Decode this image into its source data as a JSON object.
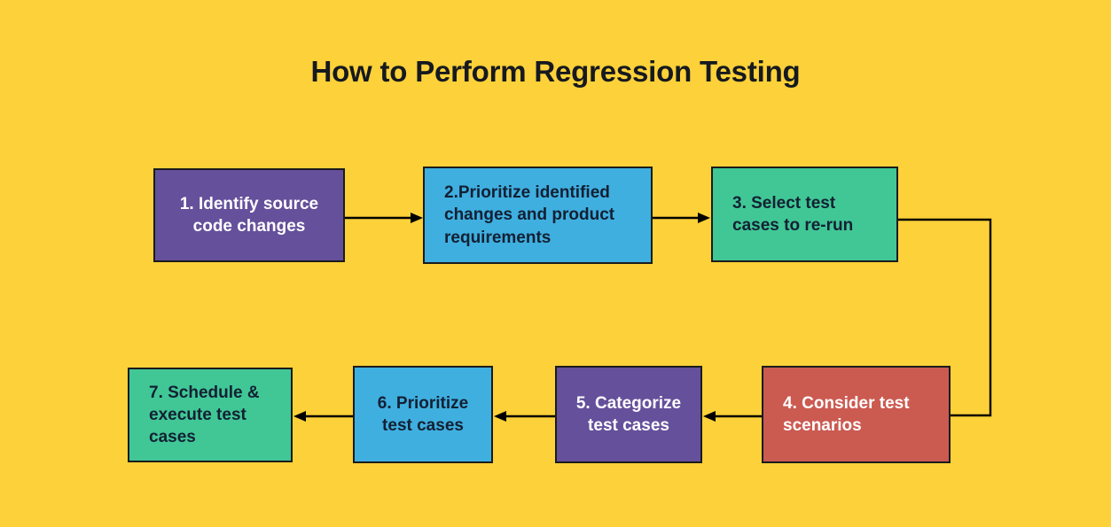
{
  "title": "How to Perform Regression Testing",
  "canvas": {
    "background_color": "#FCD139",
    "title_color": "#16191F"
  },
  "palette": {
    "purple": "#65509B",
    "blue": "#3FAFE0",
    "green": "#40C795",
    "red": "#CB5A51",
    "stroke": "#1B1B1B",
    "light_text": "#FFFFFF",
    "dark_text": "#132033"
  },
  "flow": {
    "type": "process-flowchart",
    "direction": "serpentine (left-to-right top row, right-to-left bottom row)",
    "nodes": [
      {
        "id": 1,
        "number": "1.",
        "label": "1.  Identify source\ncode changes",
        "color": "purple",
        "text_align": "center"
      },
      {
        "id": 2,
        "number": "2.",
        "label": "2.Prioritize identified\nchanges and product\nrequirements",
        "color": "blue",
        "text_align": "left"
      },
      {
        "id": 3,
        "number": "3.",
        "label": "3.  Select test\n     cases to re-run",
        "color": "green",
        "text_align": "left"
      },
      {
        "id": 4,
        "number": "4.",
        "label": "4.  Consider test\n     scenarios",
        "color": "red",
        "text_align": "left"
      },
      {
        "id": 5,
        "number": "5.",
        "label": "5.  Categorize\n  test cases",
        "color": "purple",
        "text_align": "center"
      },
      {
        "id": 6,
        "number": "6.",
        "label": "6.  Prioritize\n  test cases",
        "color": "blue",
        "text_align": "center"
      },
      {
        "id": 7,
        "number": "7.",
        "label": "7.  Schedule &\n     execute test\n     cases",
        "color": "green",
        "text_align": "left"
      }
    ],
    "edges": [
      {
        "from": 1,
        "to": 2,
        "style": "straight",
        "direction": "right"
      },
      {
        "from": 2,
        "to": 3,
        "style": "straight",
        "direction": "right"
      },
      {
        "from": 3,
        "to": 4,
        "style": "elbow",
        "direction": "down-then-left"
      },
      {
        "from": 4,
        "to": 5,
        "style": "straight",
        "direction": "left"
      },
      {
        "from": 5,
        "to": 6,
        "style": "straight",
        "direction": "left"
      },
      {
        "from": 6,
        "to": 7,
        "style": "straight",
        "direction": "left"
      }
    ]
  }
}
